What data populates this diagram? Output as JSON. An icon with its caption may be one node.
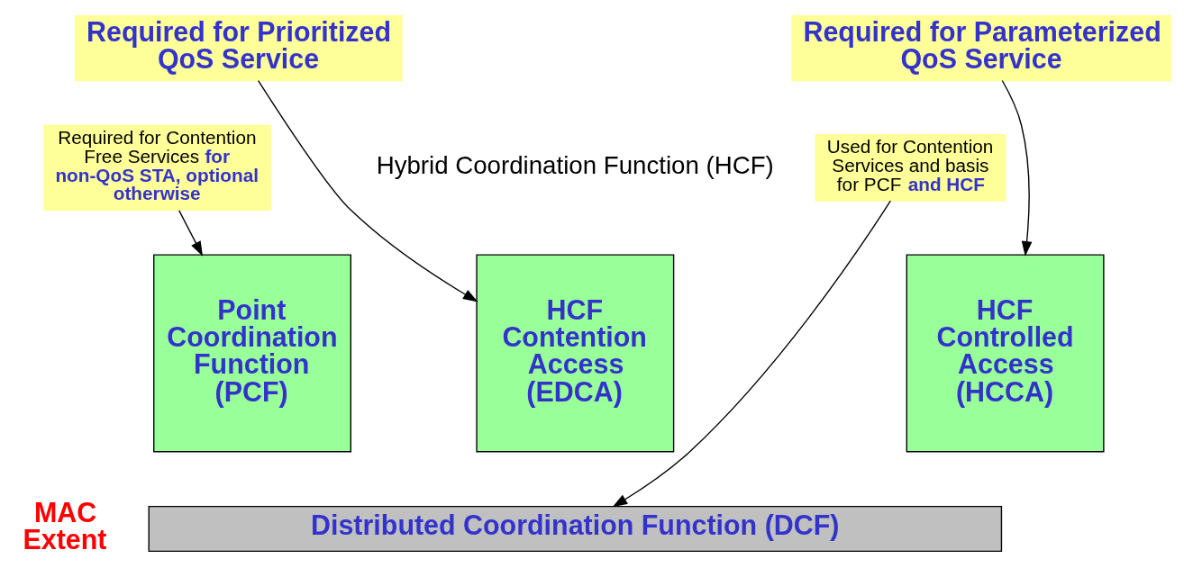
{
  "diagram": {
    "nodes": [
      {
        "text": [
          "Required for Prioritized QoS Service"
        ]
      },
      {
        "text": [
          "Required for Parameterized QoS Service"
        ]
      },
      {
        "text": [
          "Required for Contention Free Services **for non-QoS STA, optional otherwise**"
        ]
      },
      {
        "text": [
          "Used for Contention Services and basis for PCF **and HCF**"
        ]
      },
      {
        "text": [
          "Point Coordination Function (PCF)"
        ]
      },
      {
        "text": [
          "HCF Contention Access (EDCA)"
        ]
      },
      {
        "text": [
          "HCF Controlled Access (HCCA)"
        ]
      },
      {
        "text": [
          "Distributed Coordination Function (DCF)"
        ]
      }
    ],
    "edges": [
      {
        "from": 2,
        "to": 4,
        "arrow": "to"
      },
      {
        "from": 0,
        "to": 5,
        "arrow": "to"
      },
      {
        "from": 1,
        "to": 6,
        "arrow": "to"
      },
      {
        "from": 3,
        "to": 7,
        "arrow": "to"
      }
    ],
    "labels": [
      "Hybrid Coordination Function (HCF)",
      "MAC Extent"
    ]
  }
}
